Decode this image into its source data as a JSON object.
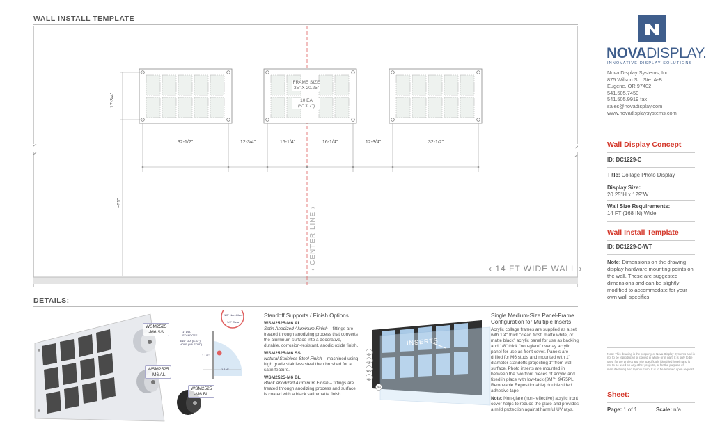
{
  "install_section": {
    "title": "WALL INSTALL TEMPLATE",
    "frame_size_label": "FRAME SIZE",
    "frame_size_value": "35\" X 20.25\"",
    "inserts_count": "10 EA",
    "inserts_size": "(5\" X 7\")",
    "height_dim": "17-3/4\"",
    "floor_dim": "~61\"",
    "center_line": "CENTER LINE",
    "wall_width": "14 FT WIDE WALL",
    "dims": [
      "32-1/2\"",
      "12-3/4\"",
      "16-1/4\"",
      "16-1/4\"",
      "12-3/4\"",
      "32-1/2\""
    ]
  },
  "details_section": {
    "title": "DETAILS:",
    "parts": [
      {
        "line1": "WSM2525",
        "line2": "-M6 SS"
      },
      {
        "line1": "WSM2525",
        "line2": "-M6 AL"
      },
      {
        "line1": "WSM2525",
        "line2": "-M6 BL"
      }
    ],
    "diagram_labels": {
      "standoff": "1\" DIA STANDOFF",
      "hole": "5/16\" DIA (8.37\") HOLE (M6 STUD)",
      "depth": "1-1/4\"",
      "width": "1-1/4\"",
      "top_callout": "1/8\" Non-Glare",
      "bottom_callout": "1/4\" Clear"
    },
    "standoff_heading": "Standoff Supports / Finish Options",
    "options": [
      {
        "sku": "WSM2525-M6 AL",
        "finish": "Satin Anodized Aluminum Finish",
        "desc": " – fittings are treated through anodizing process that converts the aluminum surface into a decorative, durable, corrosion-resistant, anodic oxide finish."
      },
      {
        "sku": "WSM2525-M6 SS",
        "finish": "Natural Stainless Steel Finish",
        "desc": " – machined using high grade stainless steel then brushed for a satin feature."
      },
      {
        "sku": "WSM2525-M6 BL",
        "finish": "Black Anodized Aluminum Finish",
        "desc": " – fittings are treated through anodizing process and surface is coated with a black satin/matte finish."
      }
    ],
    "panel_heading": "Single Medium-Size Panel-Frame Configuration for Multiple Inserts",
    "panel_text": "Acrylic collage frames are supplied as a set with 1/4\" thick \"clear, frost, matte white, or matte black\" acrylic panel for use as backing and 1/8\" thick \"non-glare\" overlay acrylic panel for use as front cover. Panels are drilled for M6 studs and mounted with 1\" diameter standoffs projecting 1\" from wall surface. Photo inserts are mounted in between the two front pieces of acrylic and fixed in place with low-tack (3M™ 9475PL Removable Repositionable) double sided adhesive tape.",
    "inserts_label": "INSERTS",
    "layer_labels": [
      "CL",
      "FR",
      "WT",
      "BL",
      "NG"
    ],
    "note_label": "Note:",
    "note_text": " Non-glare (non-reflective) acrylic front cover helps to reduce the glare and provides a mild protection against harmful UV rays."
  },
  "sidebar": {
    "brand_bold": "NOVA",
    "brand_light": "DISPLAY.",
    "tagline": "INNOVATIVE DISPLAY SOLUTIONS",
    "company_lines": [
      "Nova Display Systems, Inc.",
      "875 Wilson St., Ste. A-B",
      "Eugene, OR 97402",
      "541.505.7450",
      "541.505.9919 fax",
      "sales@novadisplay.com",
      "www.novadisplaysystems.com"
    ],
    "concept_heading": "Wall Display Concept",
    "id_label": "ID:",
    "concept_id": "DC1229-C",
    "title_label": "Title:",
    "title_value": "Collage Photo Display",
    "display_size_label": "Display Size:",
    "display_size_value": "20.25\"H x 129\"W",
    "wall_req_label": "Wall Size Requirements:",
    "wall_req_value": "14 FT (168 IN) Wide",
    "template_heading": "Wall Install Template",
    "template_id": "DC1229-C-WT",
    "note_label": "Note:",
    "note_text": " Dimensions on the drawing display hardware mounting points on the wall. These are suggested dimensions and can be slightly modified to accommodate for your own wall specifics.",
    "fine_print": "Note: This drawing is the property of Nova Display Systems and is not to be reproduced or copied in whole or in part. It is only to be used for the project and site specifically identified herein and is not to be used on any other projects, or for the purpose of manufacturing and reproduction. It is to be returned upon request.",
    "sheet_heading": "Sheet:",
    "page_label": "Page:",
    "page_value": "1 of 1",
    "scale_label": "Scale:",
    "scale_value": "n/a"
  },
  "colors": {
    "accent_red": "#d4372a",
    "brand_blue": "#3f5e8c"
  }
}
